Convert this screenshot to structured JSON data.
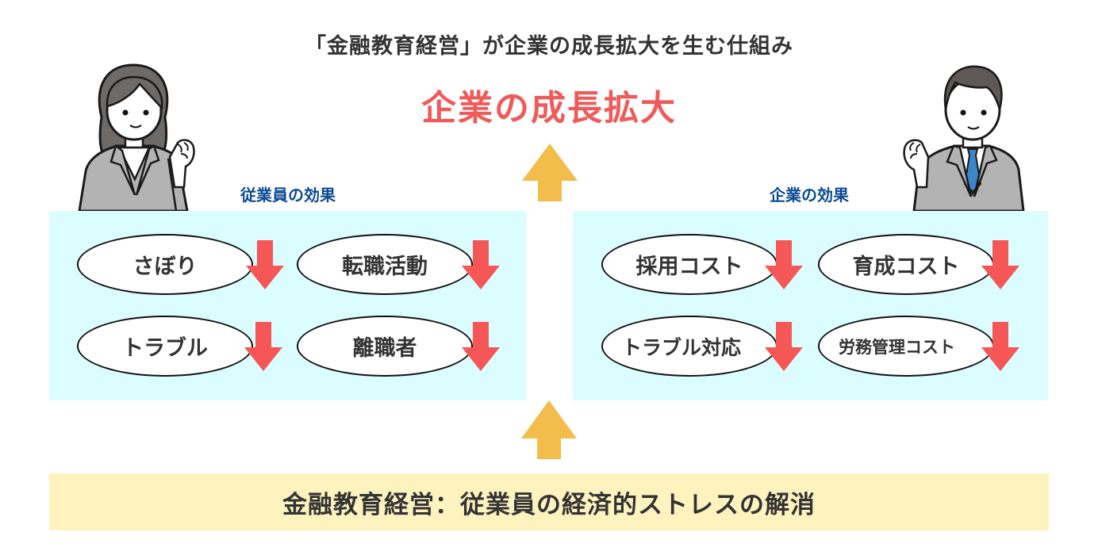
{
  "header": {
    "title": "「金融教育経営」が企業の成長拡大を生む仕組み",
    "headline": "企業の成長拡大"
  },
  "employee_panel": {
    "label": "従業員の効果",
    "items": [
      {
        "label": "さぼり",
        "trend": "decrease"
      },
      {
        "label": "転職活動",
        "trend": "decrease"
      },
      {
        "label": "トラブル",
        "trend": "decrease"
      },
      {
        "label": "離職者",
        "trend": "decrease"
      }
    ]
  },
  "company_panel": {
    "label": "企業の効果",
    "items": [
      {
        "label": "採用コスト",
        "trend": "decrease"
      },
      {
        "label": "育成コスト",
        "trend": "decrease"
      },
      {
        "label": "トラブル対応",
        "trend": "decrease"
      },
      {
        "label": "労務管理コスト",
        "trend": "decrease"
      }
    ]
  },
  "foundation": {
    "label": "金融教育経営：従業員の経済的ストレスの解消"
  },
  "icons": {
    "up_arrow": "arrow-up-icon",
    "down_arrow": "arrow-down-icon",
    "female_employee": "businesswoman-illustration",
    "male_employee": "businessman-illustration"
  },
  "colors": {
    "headline": "#f05a5a",
    "sub_label": "#0b4a94",
    "panel_bg": "#dcfdff",
    "banner_bg": "#fef2be",
    "up_arrow": "#f2bd4a",
    "down_arrow": "#f55656",
    "text": "#333333"
  }
}
